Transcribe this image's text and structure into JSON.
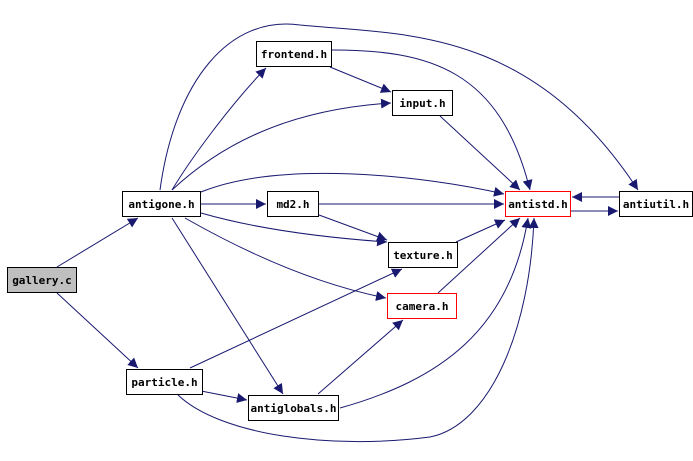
{
  "graph": {
    "colors": {
      "edge": "#191970",
      "node_border": "#000000",
      "highlight_border": "#ff0000",
      "root_fill": "#bfbfbf",
      "node_fill": "#ffffff",
      "text": "#000000"
    },
    "nodes": [
      {
        "id": "gallery_c",
        "label": "gallery.c",
        "kind": "root"
      },
      {
        "id": "antigone_h",
        "label": "antigone.h",
        "kind": "normal"
      },
      {
        "id": "particle_h",
        "label": "particle.h",
        "kind": "normal"
      },
      {
        "id": "frontend_h",
        "label": "frontend.h",
        "kind": "normal"
      },
      {
        "id": "input_h",
        "label": "input.h",
        "kind": "normal"
      },
      {
        "id": "md2_h",
        "label": "md2.h",
        "kind": "normal"
      },
      {
        "id": "antistd_h",
        "label": "antistd.h",
        "kind": "highlight"
      },
      {
        "id": "antiutil_h",
        "label": "antiutil.h",
        "kind": "normal"
      },
      {
        "id": "texture_h",
        "label": "texture.h",
        "kind": "normal"
      },
      {
        "id": "camera_h",
        "label": "camera.h",
        "kind": "highlight"
      },
      {
        "id": "antiglobals_h",
        "label": "antiglobals.h",
        "kind": "normal"
      }
    ],
    "edges": [
      {
        "from": "gallery_c",
        "to": "antigone_h"
      },
      {
        "from": "gallery_c",
        "to": "particle_h"
      },
      {
        "from": "antigone_h",
        "to": "frontend_h"
      },
      {
        "from": "antigone_h",
        "to": "input_h"
      },
      {
        "from": "antigone_h",
        "to": "md2_h"
      },
      {
        "from": "antigone_h",
        "to": "antistd_h"
      },
      {
        "from": "antigone_h",
        "to": "antiutil_h"
      },
      {
        "from": "antigone_h",
        "to": "texture_h"
      },
      {
        "from": "antigone_h",
        "to": "camera_h"
      },
      {
        "from": "antigone_h",
        "to": "antiglobals_h"
      },
      {
        "from": "frontend_h",
        "to": "input_h"
      },
      {
        "from": "frontend_h",
        "to": "antistd_h"
      },
      {
        "from": "input_h",
        "to": "antistd_h"
      },
      {
        "from": "md2_h",
        "to": "antistd_h"
      },
      {
        "from": "md2_h",
        "to": "texture_h"
      },
      {
        "from": "texture_h",
        "to": "antistd_h"
      },
      {
        "from": "camera_h",
        "to": "antistd_h"
      },
      {
        "from": "antistd_h",
        "to": "antiutil_h"
      },
      {
        "from": "antiutil_h",
        "to": "antistd_h"
      },
      {
        "from": "particle_h",
        "to": "texture_h"
      },
      {
        "from": "particle_h",
        "to": "antiglobals_h"
      },
      {
        "from": "particle_h",
        "to": "antistd_h"
      },
      {
        "from": "antiglobals_h",
        "to": "camera_h"
      },
      {
        "from": "antiglobals_h",
        "to": "antistd_h"
      }
    ]
  }
}
